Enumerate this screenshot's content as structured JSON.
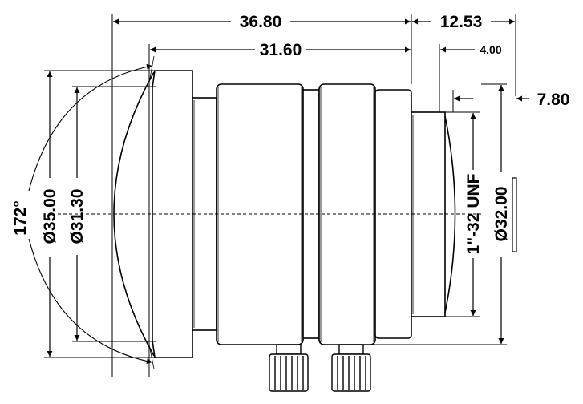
{
  "dimensions": {
    "overall_length": "36.80",
    "body_length": "31.60",
    "mount_length": "12.53",
    "flange_offset": "4.00",
    "back_offset": "7.80",
    "front_diameter": "Ø35.00",
    "glass_diameter": "Ø31.30",
    "thread_spec": "1\"-32 UNF",
    "mount_diameter": "Ø32.00",
    "field_angle": "172°"
  },
  "colors": {
    "line": "#000000",
    "background": "#ffffff"
  }
}
